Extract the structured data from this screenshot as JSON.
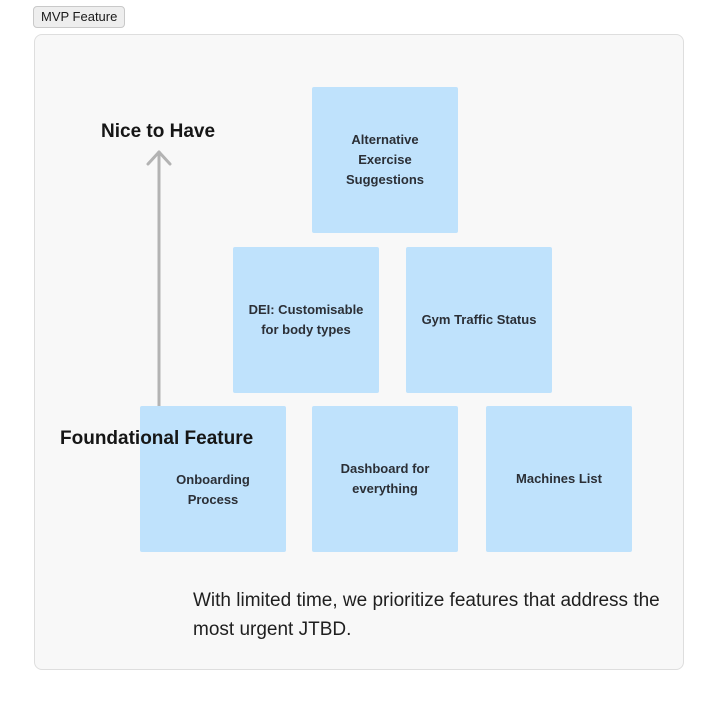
{
  "tag": {
    "label": "MVP Feature"
  },
  "axis": {
    "top_label": "Nice to Have",
    "bottom_label": "Foundational Feature"
  },
  "stickies": {
    "alternative_exercise": "Alternative\nExercise\nSuggestions",
    "dei_customisable": "DEI: Customisable\nfor body types",
    "gym_traffic": "Gym Traffic Status",
    "onboarding": "Onboarding\nProcess",
    "dashboard": "Dashboard for\neverything",
    "machines_list": "Machines List"
  },
  "caption": "With limited time, we prioritize features that address the most urgent JTBD.",
  "colors": {
    "sticky": "#bfe2fc",
    "arrow": "#b3b3b3",
    "frame": "#f8f8f8"
  }
}
